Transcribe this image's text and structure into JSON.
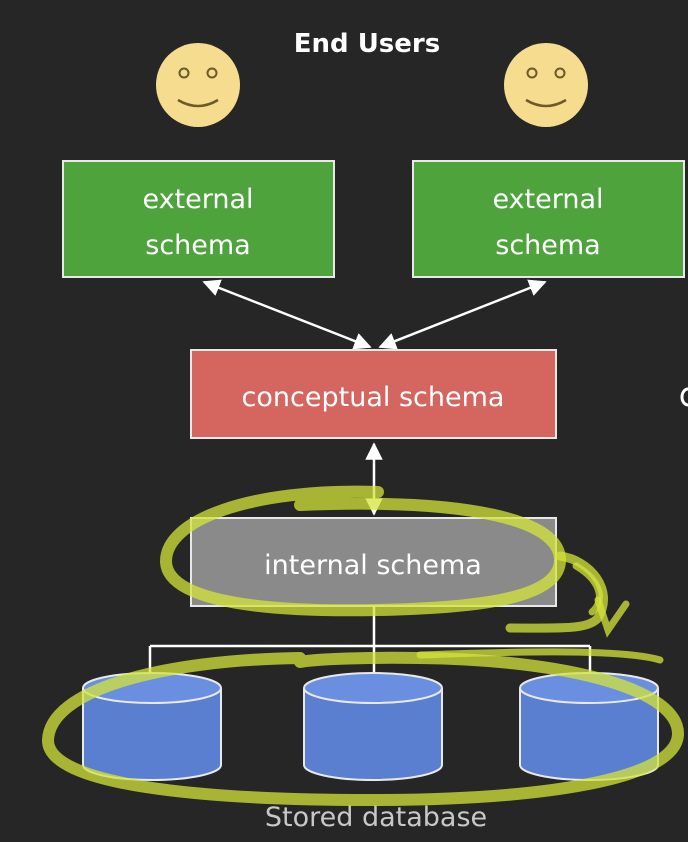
{
  "diagram": {
    "top_label": "End Users",
    "external_left": {
      "line1": "external",
      "line2": "schema"
    },
    "external_right": {
      "line1": "external",
      "line2": "schema"
    },
    "conceptual": "conceptual schema",
    "internal": "internal schema",
    "bottom_label": "Stored database"
  },
  "colors": {
    "background": "#262626",
    "external_fill": "#4ea33d",
    "conceptual_fill": "#d4655f",
    "internal_fill": "#8a8a8a",
    "database_fill": "#5a7fd0",
    "face_fill": "#f5dc8f",
    "highlight": "#d4e43a"
  },
  "icons": [
    "smiley-face-icon",
    "smiley-face-icon",
    "database-cylinder-icon",
    "database-cylinder-icon",
    "database-cylinder-icon"
  ]
}
